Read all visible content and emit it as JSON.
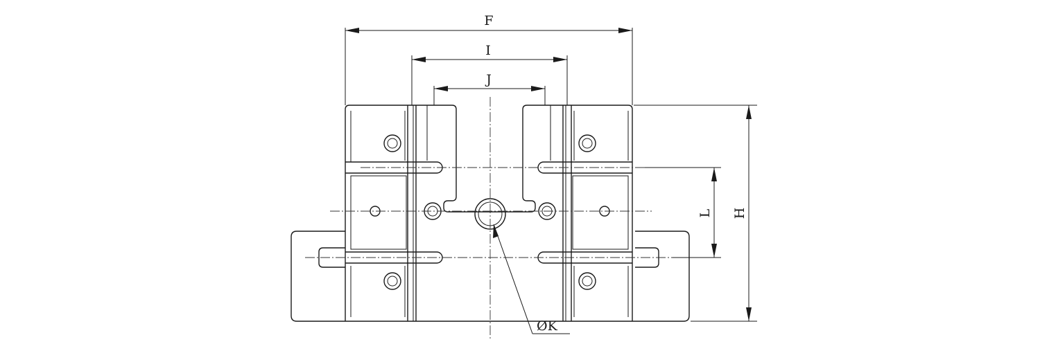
{
  "labels": {
    "F": "F",
    "I": "I",
    "J": "J",
    "H": "H",
    "L": "L",
    "K": "ØK"
  }
}
